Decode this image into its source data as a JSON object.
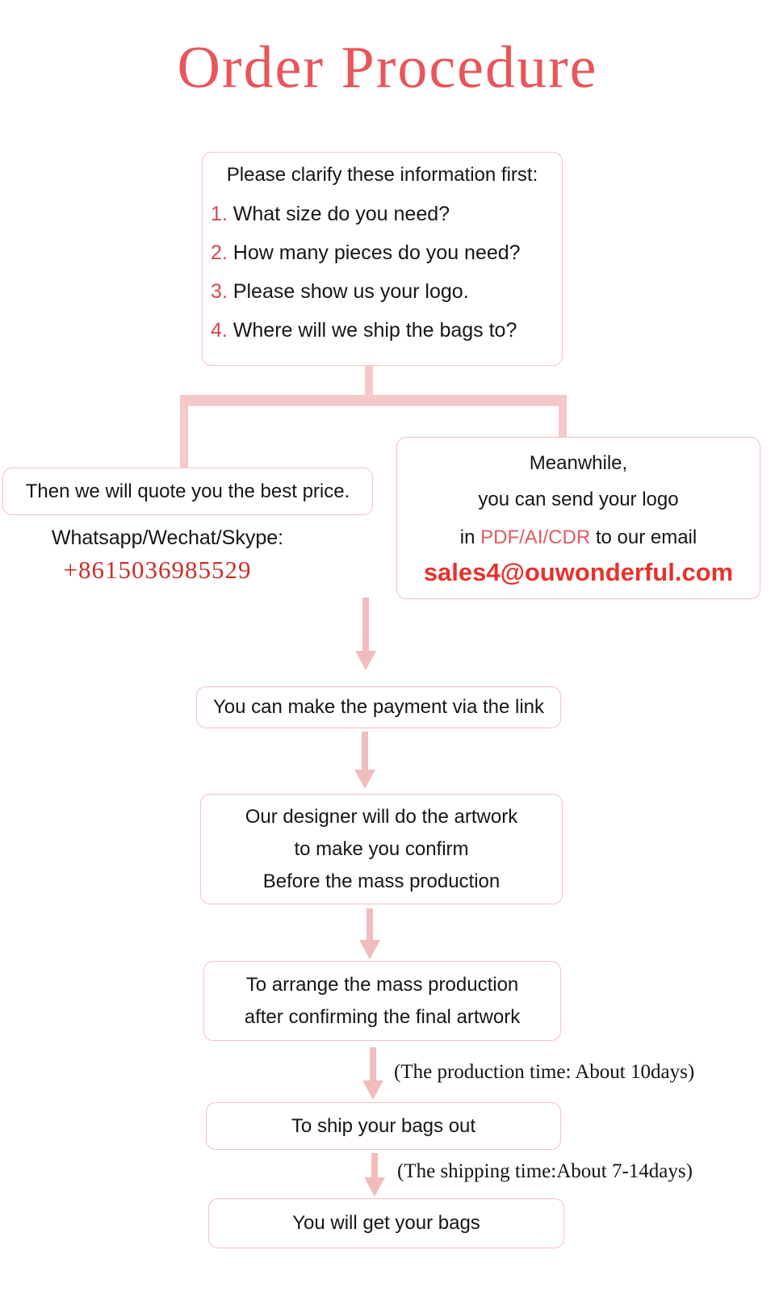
{
  "title": "Order Procedure",
  "colors": {
    "accent_red": "#e8565a",
    "number_red": "#d9474b",
    "phone_red": "#cd2d26",
    "email_red": "#e5332c",
    "formats_red": "#e05a5f",
    "line_pink": "#f5c8c9",
    "arrow_pink": "#f3bcbc",
    "border_pink": "#f4c2c2"
  },
  "clarify_box": {
    "heading": "Please clarify these information first:",
    "items": [
      {
        "num": "1.",
        "text": " What size do you need?"
      },
      {
        "num": "2.",
        "text": " How many pieces do you need?"
      },
      {
        "num": "3.",
        "text": " Please show us your logo."
      },
      {
        "num": "4.",
        "text": " Where will we ship the bags to?"
      }
    ]
  },
  "quote_box": {
    "text": "Then we will quote you the best price."
  },
  "contact": {
    "label": "Whatsapp/Wechat/Skype:",
    "phone": "+8615036985529"
  },
  "logo_box": {
    "line1": "Meanwhile,",
    "line2": "you can send your logo",
    "line3_prefix": "in ",
    "line3_formats": "PDF/AI/CDR",
    "line3_suffix": " to our email",
    "email": "sales4@ouwonderful.com"
  },
  "payment_box": {
    "text": "You can make the payment via the link"
  },
  "designer_box": {
    "line1": "Our designer will do the artwork",
    "line2": "to make you confirm",
    "line3": "Before the mass production"
  },
  "production_box": {
    "line1": "To arrange the mass production",
    "line2": "after confirming the final artwork"
  },
  "production_note": "(The production time: About 10days)",
  "ship_box": {
    "text": "To ship your bags out"
  },
  "shipping_note": "(The shipping time:About 7-14days)",
  "final_box": {
    "text": "You will get your bags"
  }
}
